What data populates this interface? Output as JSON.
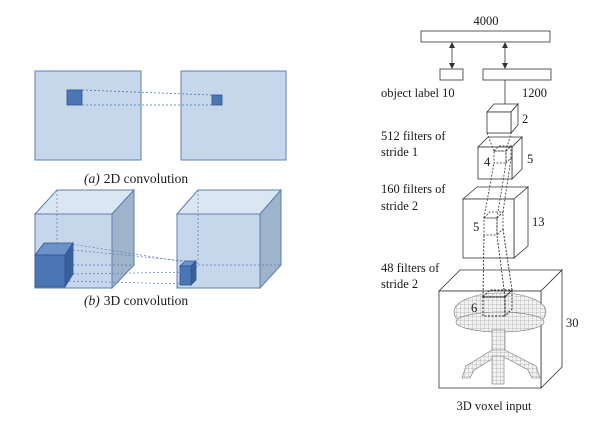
{
  "left": {
    "caption_2d_prefix": "(a)",
    "caption_2d_text": "2D convolution",
    "caption_3d_prefix": "(b)",
    "caption_3d_text": "3D convolution",
    "colors": {
      "face": "#c6d7ec",
      "side": "#9fb3cb",
      "edge": "#5d7fb0",
      "kernel": "#4a76b5"
    }
  },
  "right": {
    "top_bar_label": "4000",
    "object_label": "object label 10",
    "fc_label": "1200",
    "layer3_size": "2",
    "layer3_filters_line1": "512 filters of",
    "layer3_filters_line2": "stride 1",
    "layer2_kernel": "4",
    "layer2_size": "5",
    "layer2_filters_line1": "160 filters of",
    "layer2_filters_line2": "stride 2",
    "layer1_kernel": "5",
    "layer1_size": "13",
    "layer1_filters_line1": "48 filters of",
    "layer1_filters_line2": "stride 2",
    "input_kernel": "6",
    "input_size": "30",
    "input_caption": "3D voxel input"
  }
}
